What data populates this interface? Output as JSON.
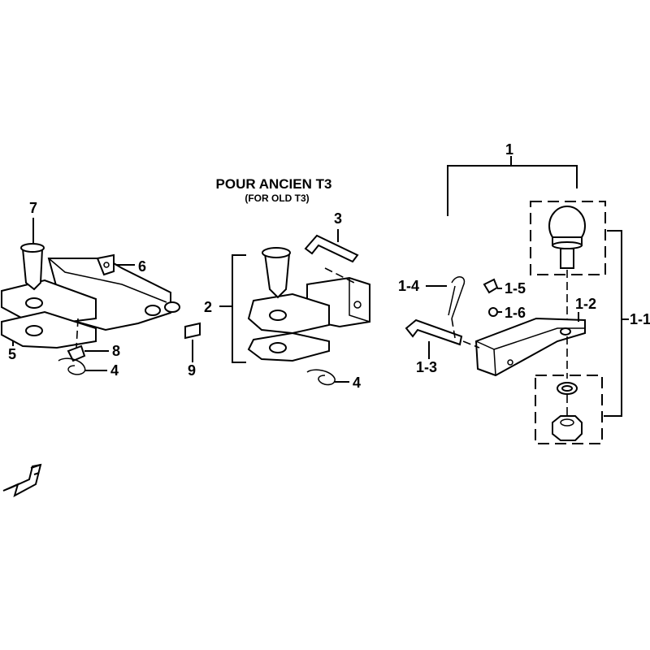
{
  "title": {
    "line1": "POUR ANCIEN T3",
    "line2": "(FOR OLD T3)"
  },
  "callouts": {
    "c1": "1",
    "c1_1": "1-1",
    "c1_2": "1-2",
    "c1_3": "1-3",
    "c1_4": "1-4",
    "c1_5": "1-5",
    "c1_6": "1-6",
    "c2": "2",
    "c3": "3",
    "c4a": "4",
    "c4b": "4",
    "c5": "5",
    "c6": "6",
    "c7": "7",
    "c8": "8",
    "c9": "9"
  },
  "icons": [
    "front-direction-arrow-icon"
  ],
  "colors": {
    "ink": "#000000",
    "paper": "#ffffff"
  }
}
